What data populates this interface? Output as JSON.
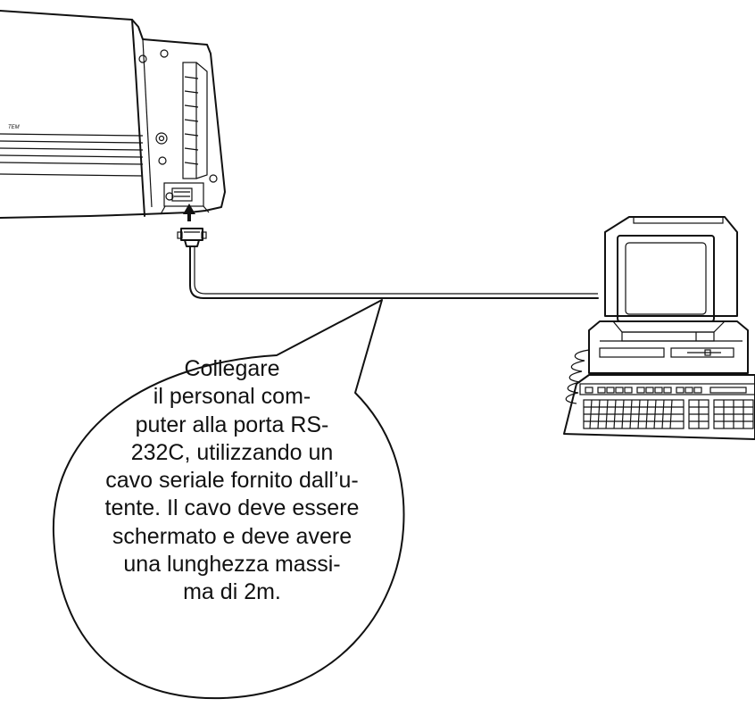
{
  "device": {
    "label": "TEM"
  },
  "bubble": {
    "lines": [
      "Collegare",
      "il personal com-",
      "puter alla porta RS-",
      "232C, utilizzando un",
      "cavo seriale fornito dall’u-",
      "tente. Il cavo deve essere",
      "schermato e deve avere",
      "una lunghezza massi-",
      "ma di 2m."
    ]
  }
}
